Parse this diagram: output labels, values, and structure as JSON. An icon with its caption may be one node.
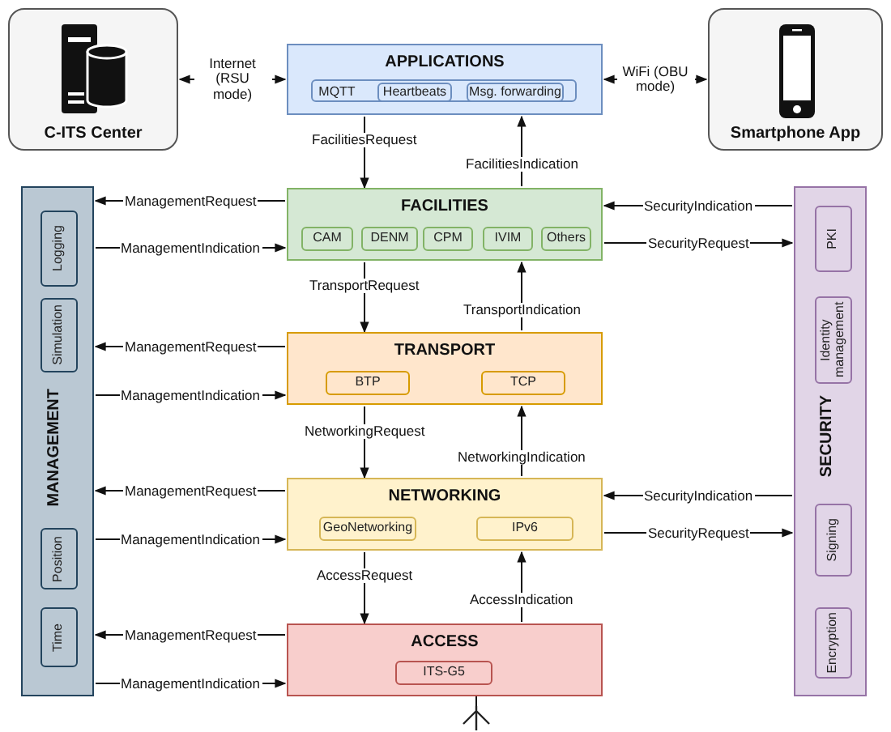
{
  "diagram": {
    "nodes": [
      {
        "text": [
          "C-ITS Center"
        ]
      },
      {
        "text": [
          "APPLICATIONS"
        ]
      },
      {
        "text": [
          "MQTT"
        ],
        "in": 1
      },
      {
        "text": [
          "Heartbeats"
        ],
        "in": 1
      },
      {
        "text": [
          "Msg. forwarding"
        ],
        "in": 1
      },
      {
        "text": [
          "Smartphone App"
        ]
      },
      {
        "text": [
          "MANAGEMENT"
        ]
      },
      {
        "text": [
          "Logging"
        ],
        "in": 6
      },
      {
        "text": [
          "Simulation"
        ],
        "in": 6
      },
      {
        "text": [
          "Position"
        ],
        "in": 6
      },
      {
        "text": [
          "Time"
        ],
        "in": 6
      },
      {
        "text": [
          "FACILITIES"
        ]
      },
      {
        "text": [
          "CAM"
        ],
        "in": 11
      },
      {
        "text": [
          "DENM"
        ],
        "in": 11
      },
      {
        "text": [
          "CPM"
        ],
        "in": 11
      },
      {
        "text": [
          "IVIM"
        ],
        "in": 11
      },
      {
        "text": [
          "Others"
        ],
        "in": 11
      },
      {
        "text": [
          "SECURITY"
        ]
      },
      {
        "text": [
          "PKI"
        ],
        "in": 17
      },
      {
        "text": [
          "Identity management"
        ],
        "in": 17
      },
      {
        "text": [
          "Signing"
        ],
        "in": 17
      },
      {
        "text": [
          "Encryption"
        ],
        "in": 17
      },
      {
        "text": [
          "TRANSPORT"
        ]
      },
      {
        "text": [
          "BTP"
        ],
        "in": 22
      },
      {
        "text": [
          "TCP"
        ],
        "in": 22
      },
      {
        "text": [
          "NETWORKING"
        ]
      },
      {
        "text": [
          "GeoNetworking"
        ],
        "in": 25
      },
      {
        "text": [
          "IPv6"
        ],
        "in": 25
      },
      {
        "text": [
          "ACCESS"
        ]
      },
      {
        "text": [
          "ITS-G5"
        ],
        "in": 28
      },
      {
        "text": [],
        "shape": "antenna"
      }
    ],
    "edges": [
      {
        "from": 0,
        "to": 1,
        "arrow": "both",
        "label": "Internet (RSU mode)"
      },
      {
        "from": 1,
        "to": 5,
        "arrow": "both",
        "label": "WiFi (OBU mode)"
      },
      {
        "from": 1,
        "to": 11,
        "arrow": "to",
        "label": "FacilitiesRequest"
      },
      {
        "from": 11,
        "to": 1,
        "arrow": "to",
        "label": "FacilitiesIndication"
      },
      {
        "from": 11,
        "to": 6,
        "arrow": "to",
        "label": "ManagementRequest"
      },
      {
        "from": 6,
        "to": 11,
        "arrow": "to",
        "label": "ManagementIndication"
      },
      {
        "from": 17,
        "to": 11,
        "arrow": "to",
        "label": "SecurityIndication"
      },
      {
        "from": 11,
        "to": 17,
        "arrow": "to",
        "label": "SecurityRequest"
      },
      {
        "from": 11,
        "to": 22,
        "arrow": "to",
        "label": "TransportRequest"
      },
      {
        "from": 22,
        "to": 11,
        "arrow": "to",
        "label": "TransportIndication"
      },
      {
        "from": 22,
        "to": 6,
        "arrow": "to",
        "label": "ManagementRequest"
      },
      {
        "from": 6,
        "to": 22,
        "arrow": "to",
        "label": "ManagementIndication"
      },
      {
        "from": 22,
        "to": 25,
        "arrow": "to",
        "label": "NetworkingRequest"
      },
      {
        "from": 25,
        "to": 22,
        "arrow": "to",
        "label": "NetworkingIndication"
      },
      {
        "from": 25,
        "to": 6,
        "arrow": "to",
        "label": "ManagementRequest"
      },
      {
        "from": 6,
        "to": 25,
        "arrow": "to",
        "label": "ManagementIndication"
      },
      {
        "from": 17,
        "to": 25,
        "arrow": "to",
        "label": "SecurityIndication"
      },
      {
        "from": 25,
        "to": 17,
        "arrow": "to",
        "label": "SecurityRequest"
      },
      {
        "from": 25,
        "to": 28,
        "arrow": "to",
        "label": "AccessRequest"
      },
      {
        "from": 28,
        "to": 25,
        "arrow": "to",
        "label": "AccessIndication"
      },
      {
        "from": 28,
        "to": 6,
        "arrow": "to",
        "label": "ManagementRequest"
      },
      {
        "from": 6,
        "to": 28,
        "arrow": "to",
        "label": "ManagementIndication"
      },
      {
        "from": 29,
        "to": 30,
        "arrow": "none"
      }
    ]
  }
}
